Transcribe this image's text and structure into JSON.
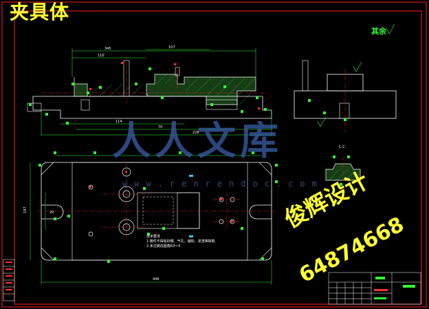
{
  "drawing": {
    "title": "夹具体",
    "finish_note": "其余",
    "section_label": "C-C",
    "watermark_text": "人人文库",
    "watermark_url": "www.renrendoc.com",
    "brand_name": "俊辉设计",
    "brand_phone": "64874668",
    "tech_req_heading": "技术要求",
    "tech_req_lines": [
      "1.铸件不得有砂眼、气孔、缩松、夹渣等缺陷",
      "2.未注铸造圆角R3～5"
    ],
    "dimensions": {
      "top_total": "345",
      "top_right": "107",
      "top_left": "110",
      "mid_a": "114",
      "mid_b": "70",
      "mid_c": "228",
      "plan_width": "446",
      "plan_height": "197",
      "plan_inner": "20"
    },
    "colors": {
      "background": "#000000",
      "outline": "#ffffff",
      "border": "#ff2020",
      "dimension": "#33ff33",
      "centerline": "#ff2020",
      "hatch": "#33cc33",
      "title_text": "#ffff33",
      "watermark": "#3a5fa8"
    }
  }
}
